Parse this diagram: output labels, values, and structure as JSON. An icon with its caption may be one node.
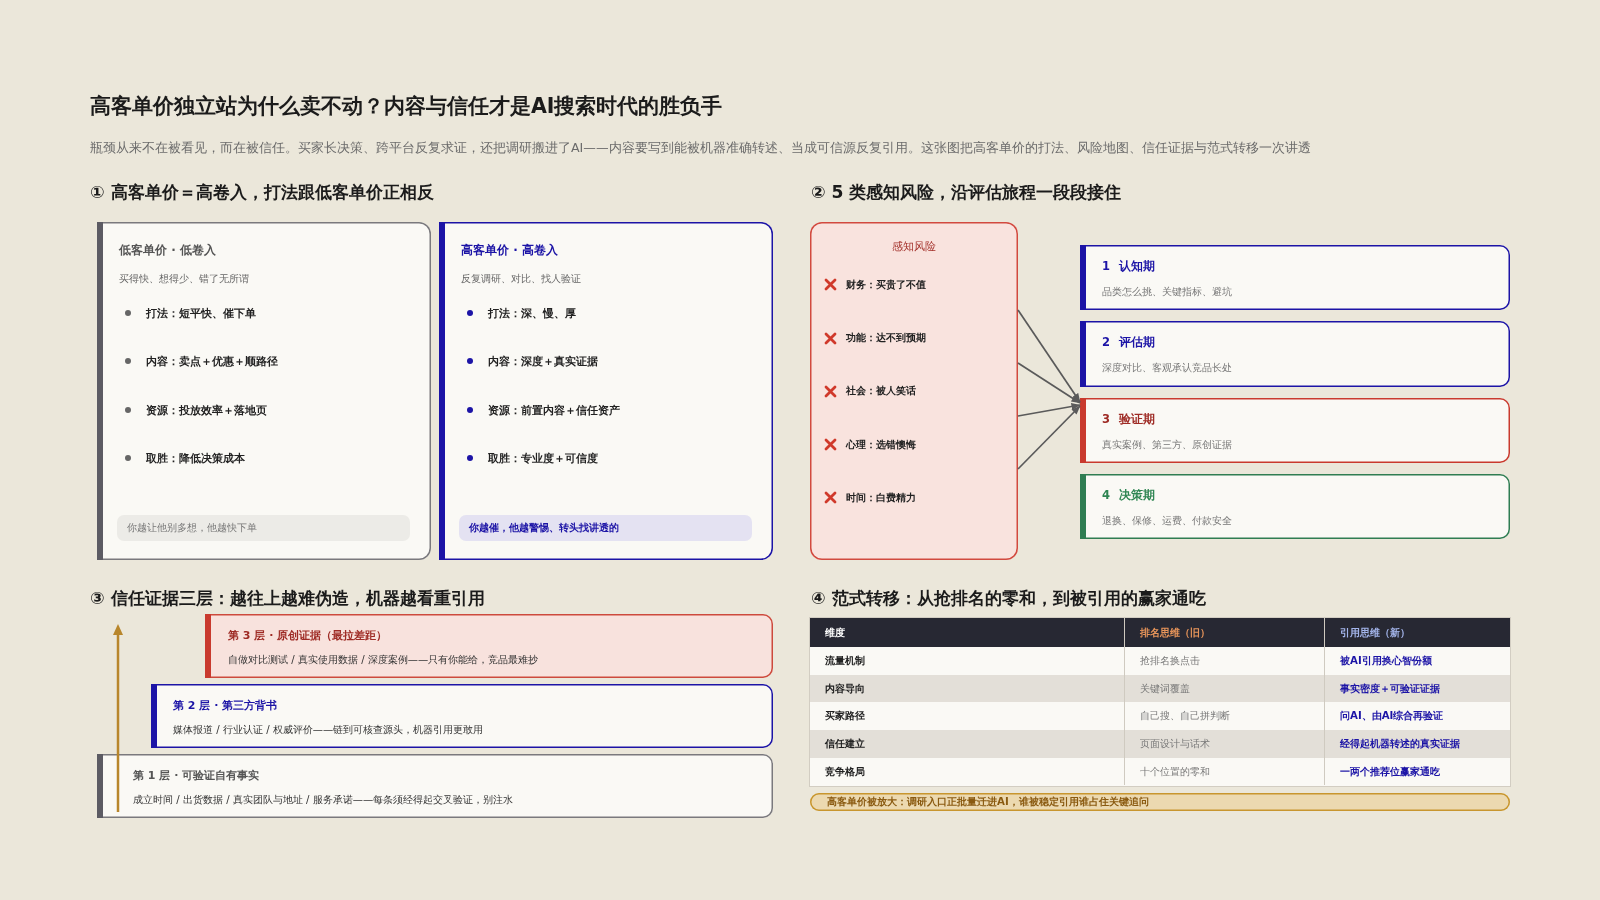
{
  "diagram": {
    "title": "高客单价独立站为什么卖不动？内容与信任才是AI搜索时代的胜负手",
    "caption": "瓶颈从来不在被看见，而在被信任。买家长决策、跨平台反复求证，还把调研搬进了AI——内容要写到能被机器准确转述、当成可信源反复引用。这张图把高客单价的打法、风险地图、信任证据与范式转移一次讲透",
    "nodes": [
      {
        "text": [
          "低客单价 · 低卷入",
          "买得快、想得少、错了无所谓",
          "打法：短平快、催下单",
          "内容：卖点＋优惠＋顺路径",
          "资源：投放效率＋落地页",
          "取胜：降低决策成本"
        ]
      },
      {
        "text": [
          "你越让他别多想，他越快下单"
        ],
        "in": 0
      },
      {
        "text": [
          "高客单价 · 高卷入",
          "反复调研、对比、找人验证",
          "打法：深、慢、厚",
          "内容：深度＋真实证据",
          "资源：前置内容＋信任资产",
          "取胜：专业度＋可信度"
        ]
      },
      {
        "text": [
          "你越催，他越警惕、转头找讲透的"
        ],
        "in": 2
      },
      {
        "text": [
          "感知风险",
          "财务：买贵了不值",
          "功能：达不到预期",
          "社会：被人笑话",
          "心理：选错懊悔",
          "时间：白费精力"
        ]
      },
      {
        "text": [
          "1",
          "认知期",
          "品类怎么挑、关键指标、避坑"
        ]
      },
      {
        "text": [
          "2",
          "评估期",
          "深度对比、客观承认竞品长处"
        ]
      },
      {
        "text": [
          "3",
          "验证期",
          "真实案例、第三方、原创证据"
        ]
      },
      {
        "text": [
          "4",
          "决策期",
          "退换、保修、运费、付款安全"
        ]
      },
      {
        "text": [
          "第 3 层 · 原创证据（最拉差距）",
          "自做对比测试 / 真实使用数据 / 深度案例——只有你能给，竞品最难抄"
        ]
      },
      {
        "text": [
          "第 2 层 · 第三方背书",
          "媒体报道 / 行业认证 / 权威评价——链到可核查源头，机器引用更敢用"
        ]
      },
      {
        "text": [
          "第 1 层 · 可验证自有事实",
          "成立时间 / 出货数据 / 真实团队与地址 / 服务承诺——每条须经得起交叉验证，别注水"
        ]
      },
      {
        "text": [
          "高客单价被放大：调研入口正批量迁进AI，谁被稳定引用谁占住关键追问"
        ]
      }
    ],
    "edges": [
      {
        "from": 4,
        "to": 7,
        "arrow": "to"
      },
      {
        "from": 4,
        "to": 7,
        "arrow": "to"
      },
      {
        "from": 4,
        "to": 7,
        "arrow": "to"
      },
      {
        "from": 4,
        "to": 7,
        "arrow": "to"
      }
    ],
    "labels": [
      "① 高客单价＝高卷入，打法跟低客单价正相反",
      "② 5 类感知风险，沿评估旅程一段段接住",
      "③ 信任证据三层：越往上越难伪造，机器越看重引用",
      "④ 范式转移：从抢排名的零和，到被引用的赢家通吃",
      "维度",
      "排名思维（旧）",
      "引用思维（新）",
      "流量机制",
      "抢排名换点击",
      "被AI引用换心智份额",
      "内容导向",
      "关键词覆盖",
      "事实密度＋可验证证据",
      "买家路径",
      "自己搜、自己拼判断",
      "问AI、由AI综合再验证",
      "信任建立",
      "页面设计与话术",
      "经得起机器转述的真实证据",
      "竞争格局",
      "十个位置的零和",
      "一两个推荐位赢家通吃"
    ]
  }
}
